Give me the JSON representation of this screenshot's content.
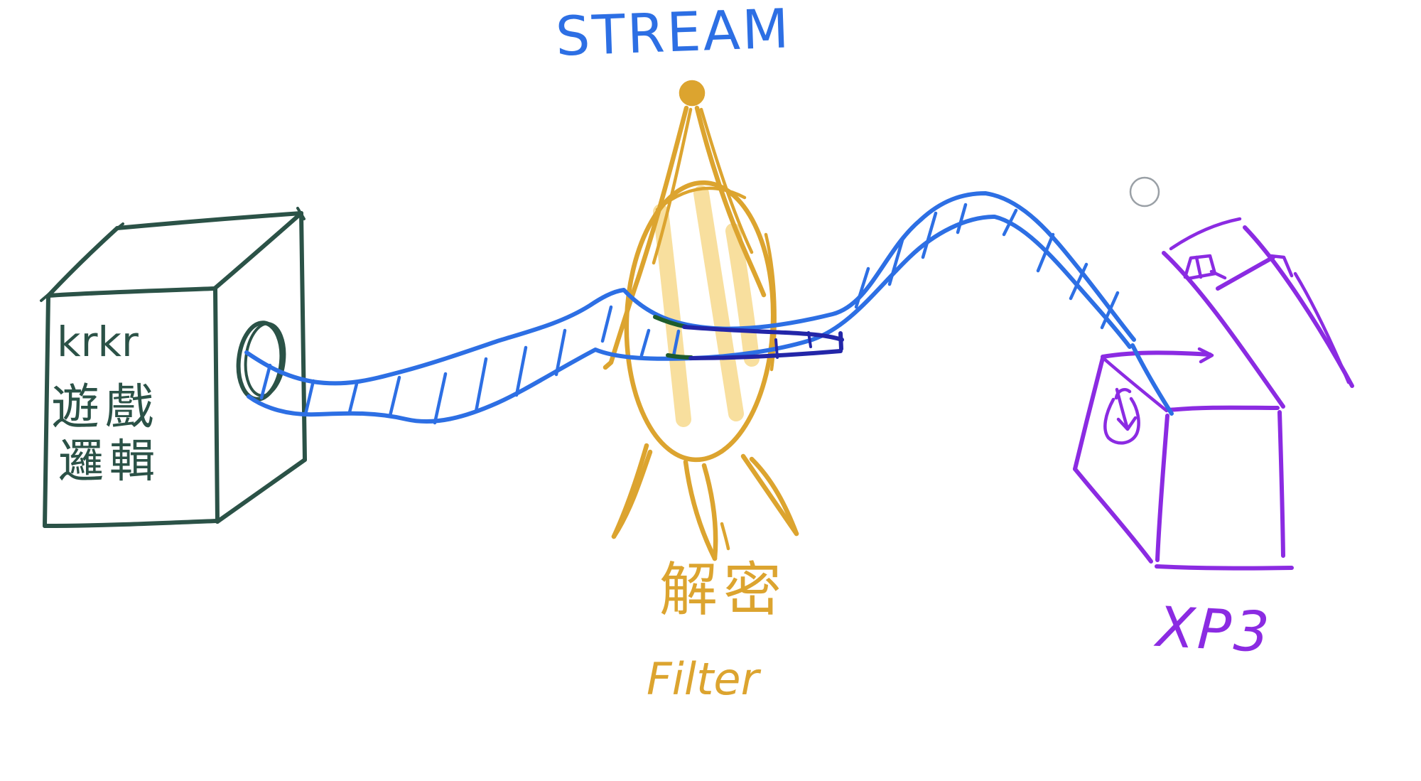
{
  "diagram": {
    "flow_label": "STREAM",
    "source_box": {
      "title": "krkr",
      "label_line2": "遊戲",
      "label_line3": "邏輯"
    },
    "filter_node": {
      "label_cn": "解密",
      "label_en": "Filter"
    },
    "dest_box": {
      "label": "XP3"
    }
  },
  "colors": {
    "background": "#ffffff",
    "source_box_stroke": "#2b5247",
    "stream_blue": "#2d6fe4",
    "stream_decrypted_navy": "#2326a8",
    "stream_transition_green": "#1e5c2b",
    "filter_gold": "#dca42f",
    "filter_highlight": "#f8df9e",
    "dest_box_purple": "#8b2be2",
    "circle_gray": "#9aa0a6"
  }
}
